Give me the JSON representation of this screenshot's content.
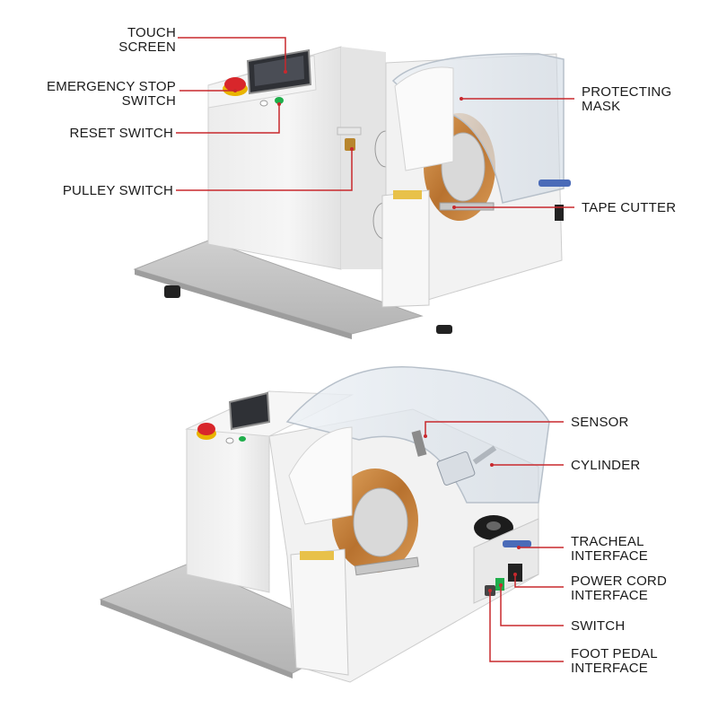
{
  "colors": {
    "leader_line": "#c8282d",
    "machine_body": "#f1f1f1",
    "machine_shadow": "#d6d6d6",
    "base_plate": "#c2c2c2",
    "screen": "#3d3f44",
    "roll_copper": "#c9853f",
    "estop_red": "#d8262b",
    "button_green": "#1fae4b",
    "cover_clear": "#dfe6ee"
  },
  "top_view": {
    "labels": {
      "touch_screen": [
        "TOUCH",
        "SCREEN"
      ],
      "emergency_stop": [
        "EMERGENCY STOP",
        "SWITCH"
      ],
      "reset_switch": [
        "RESET SWITCH"
      ],
      "pulley_switch": [
        "PULLEY SWITCH"
      ],
      "protecting_mask": [
        "PROTECTING",
        "MASK"
      ],
      "tape_cutter": [
        "TAPE CUTTER"
      ]
    }
  },
  "bottom_view": {
    "labels": {
      "sensor": [
        "SENSOR"
      ],
      "cylinder": [
        "CYLINDER"
      ],
      "tracheal_interface": [
        "TRACHEAL",
        "INTERFACE"
      ],
      "power_cord_interface": [
        "POWER CORD",
        "INTERFACE"
      ],
      "switch": [
        "SWITCH"
      ],
      "foot_pedal_interface": [
        "FOOT PEDAL",
        "INTERFACE"
      ]
    }
  }
}
